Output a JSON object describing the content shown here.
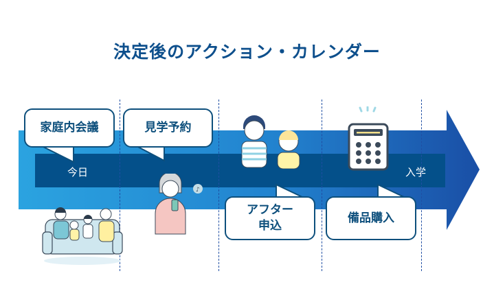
{
  "title": "決定後のアクション・カレンダー",
  "timeline": {
    "start_label": "今日",
    "end_label": "入学",
    "colors": {
      "arrow_light": "#2ba0df",
      "arrow_dark": "#1b4fa8",
      "band": "#04508a",
      "bubble_border": "#0d4f7c",
      "title": "#0d4f8c"
    }
  },
  "steps": [
    {
      "label": "家庭内会議",
      "position": "above",
      "illustration": "family-on-sofa"
    },
    {
      "label": "見学予約",
      "position": "above",
      "illustration": "woman-with-phone"
    },
    {
      "label_line1": "アフター",
      "label_line2": "申込",
      "position": "below",
      "illustration": "happy-children"
    },
    {
      "label": "備品購入",
      "position": "below",
      "illustration": "calculator"
    }
  ]
}
